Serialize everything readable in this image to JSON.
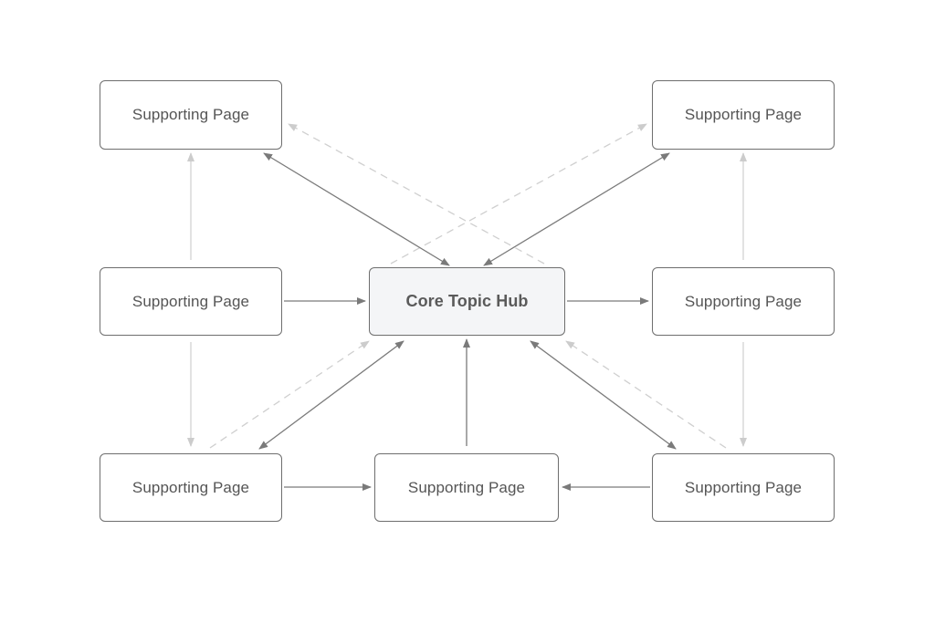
{
  "diagram": {
    "hub": {
      "label": "Core Topic Hub"
    },
    "pages": {
      "top_left": "Supporting Page",
      "top_right": "Supporting Page",
      "middle_left": "Supporting Page",
      "middle_right": "Supporting Page",
      "bottom_left": "Supporting Page",
      "bottom_middle": "Supporting Page",
      "bottom_right": "Supporting Page"
    },
    "colors": {
      "strong_link": "#7a7a7a",
      "faint_link": "#c9c9c9",
      "hub_fill": "#f4f5f7",
      "node_border": "#6e6e6e"
    }
  }
}
